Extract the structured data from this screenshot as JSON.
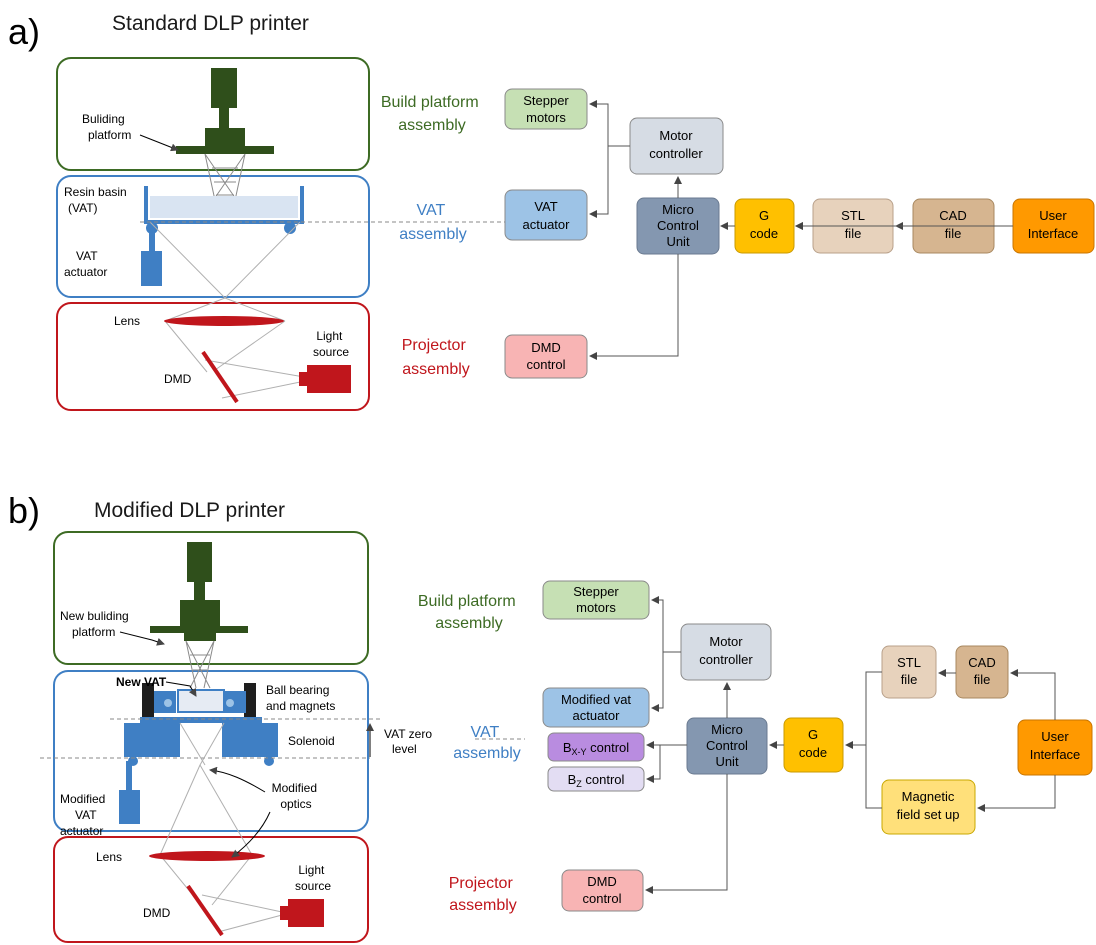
{
  "panel_a": {
    "letter": "a)",
    "title": "Standard DLP printer",
    "labels": {
      "building_platform": [
        "Buliding",
        "platform"
      ],
      "resin_basin": [
        "Resin basin",
        "(VAT)"
      ],
      "vat_actuator": [
        "VAT",
        "actuator"
      ],
      "lens": "Lens",
      "dmd": "DMD",
      "light_source": [
        "Light",
        "source"
      ]
    },
    "assemblies": {
      "build": [
        "Build platform",
        "assembly"
      ],
      "vat": [
        "VAT",
        "assembly"
      ],
      "projector": [
        "Projector",
        "assembly"
      ]
    },
    "boxes": {
      "stepper": [
        "Stepper",
        "motors"
      ],
      "motor_ctrl": [
        "Motor",
        "controller"
      ],
      "vat_act": [
        "VAT",
        "actuator"
      ],
      "mcu": [
        "Micro",
        "Control",
        "Unit"
      ],
      "gcode": [
        "G",
        "code"
      ],
      "stl": [
        "STL",
        "file"
      ],
      "cad": [
        "CAD",
        "file"
      ],
      "ui": [
        "User",
        "Interface"
      ],
      "dmd_ctrl": [
        "DMD",
        "control"
      ]
    }
  },
  "panel_b": {
    "letter": "b)",
    "title": "Modified DLP printer",
    "labels": {
      "new_building_platform": [
        "New buliding",
        "platform"
      ],
      "new_vat": "New VAT",
      "ball_bearing": [
        "Ball bearing",
        "and magnets"
      ],
      "solenoid": "Solenoid",
      "vat_zero": [
        "VAT zero",
        "level"
      ],
      "modified_vat_actuator": [
        "Modified",
        "VAT",
        "actuator"
      ],
      "modified_optics": [
        "Modified",
        "optics"
      ],
      "lens": "Lens",
      "dmd": "DMD",
      "light_source": [
        "Light",
        "source"
      ]
    },
    "assemblies": {
      "build": [
        "Build platform",
        "assembly"
      ],
      "vat": [
        "VAT",
        "assembly"
      ],
      "projector": [
        "Projector",
        "assembly"
      ]
    },
    "boxes": {
      "stepper": [
        "Stepper",
        "motors"
      ],
      "motor_ctrl": [
        "Motor",
        "controller"
      ],
      "mod_vat_act": [
        "Modified vat",
        "actuator"
      ],
      "bxy": {
        "main": "B",
        "sub": "X-Y",
        "rest": " control"
      },
      "bz": {
        "main": "B",
        "sub": "Z",
        "rest": " control"
      },
      "mcu": [
        "Micro",
        "Control",
        "Unit"
      ],
      "gcode": [
        "G",
        "code"
      ],
      "stl": [
        "STL",
        "file"
      ],
      "cad": [
        "CAD",
        "file"
      ],
      "ui": [
        "User",
        "Interface"
      ],
      "magnetic": [
        "Magnetic",
        "field set up"
      ],
      "dmd_ctrl": [
        "DMD",
        "control"
      ]
    }
  },
  "colors": {
    "build_green": "#3d6b24",
    "vat_blue": "#3f7fc4",
    "projector_red": "#c0161c",
    "stepper_fill": "#c6e0b4",
    "motor_ctrl_fill": "#d6dce4",
    "vat_act_fill": "#9dc3e6",
    "mcu_fill": "#8497b0",
    "gcode_fill": "#ffc000",
    "stl_fill": "#e7d2bc",
    "cad_fill": "#d6b590",
    "ui_fill": "#ff9900",
    "dmd_ctrl_fill": "#f8b4b4",
    "bxy_fill": "#b98ce0",
    "bz_fill": "#e3ddf3",
    "magnetic_fill": "#ffe07a"
  }
}
